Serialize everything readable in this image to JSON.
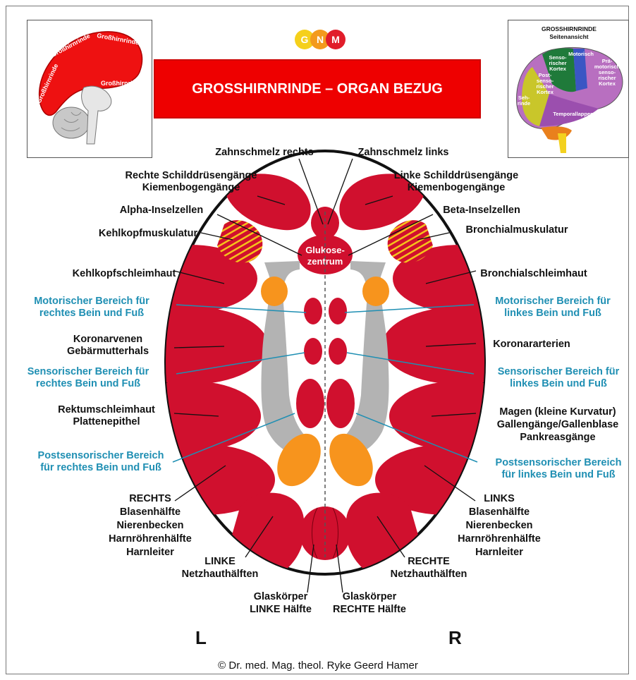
{
  "header": {
    "title": "GROSSHIRNRINDE – ORGAN BEZUG",
    "logo": [
      "G",
      "N",
      "M"
    ],
    "left_brain_labels": [
      "Großhirnrinde",
      "Großhirnrinde",
      "Großhirnrinde",
      "Großhirnrinde"
    ],
    "right_brain_title_1": "GROSSHIRNRINDE",
    "right_brain_title_2": "Seitenansicht",
    "right_brain_regions": {
      "sensorisch": "Senso-\nrischer\nKortex",
      "motorisch": "Motorisch",
      "praemotorisch": "Prä-\nmotorisch\nsenso-\nrischer\nKortex",
      "postsensorisch": "Post-\nsenso-\nrischer\nKortex",
      "sehrinde": "Seh-\nrinde",
      "temporal": "Temporallappen"
    }
  },
  "center": {
    "glukose_1": "Glukose-",
    "glukose_2": "zentrum"
  },
  "labels_left": {
    "zahnschmelz": "Zahnschmelz rechts",
    "schild_1": "Rechte Schilddrüsengänge",
    "schild_2": "Kiemenbogengänge",
    "alpha": "Alpha-Inselzellen",
    "kehlkopfmusk": "Kehlkopfmuskulatur",
    "kehlkopfschleim": "Kehlkopfschleimhaut",
    "motor_1": "Motorischer Bereich für",
    "motor_2": "rechtes Bein und Fuß",
    "koronar_1": "Koronarvenen",
    "koronar_2": "Gebärmutterhals",
    "sensor_1": "Sensorischer Bereich für",
    "sensor_2": "rechtes Bein und Fuß",
    "rektum_1": "Rektumschleimhaut",
    "rektum_2": "Plattenepithel",
    "post_1": "Postsensorischer Bereich",
    "post_2": "für rechtes Bein und Fuß",
    "rechts_1": "RECHTS",
    "rechts_2": "Blasenhälfte",
    "rechts_3": "Nierenbecken",
    "rechts_4": "Harnröhrenhälfte",
    "rechts_5": "Harnleiter",
    "netz_1": "LINKE",
    "netz_2": "Netzhauthälften",
    "glas_1": "Glaskörper",
    "glas_2": "LINKE Hälfte"
  },
  "labels_right": {
    "zahnschmelz": "Zahnschmelz links",
    "schild_1": "Linke Schilddrüsengänge",
    "schild_2": "Kiemenbogengänge",
    "beta": "Beta-Inselzellen",
    "bronchmusk": "Bronchialmuskulatur",
    "bronchschleim": "Bronchialschleimhaut",
    "motor_1": "Motorischer Bereich für",
    "motor_2": "linkes Bein und Fuß",
    "koronar": "Koronararterien",
    "sensor_1": "Sensorischer Bereich für",
    "sensor_2": "linkes Bein und Fuß",
    "magen_1": "Magen (kleine Kurvatur)",
    "magen_2": "Gallengänge/Gallenblase",
    "magen_3": "Pankreasgänge",
    "post_1": "Postsensorischer Bereich",
    "post_2": "für linkes Bein und Fuß",
    "links_1": "LINKS",
    "links_2": "Blasenhälfte",
    "links_3": "Nierenbecken",
    "links_4": "Harnröhrenhälfte",
    "links_5": "Harnleiter",
    "netz_1": "RECHTE",
    "netz_2": "Netzhauthälften",
    "glas_1": "Glaskörper",
    "glas_2": "RECHTE Hälfte"
  },
  "side_letters": {
    "left": "L",
    "right": "R"
  },
  "footer": {
    "copyright": "© Dr. med. Mag. theol. Ryke Geerd Hamer"
  },
  "colors": {
    "red": "#d0102e",
    "title_red": "#ee0000",
    "orange": "#f7941d",
    "gray": "#b3b3b3",
    "blue_text": "#1f8fb3",
    "stripe": "#f6c21b"
  }
}
